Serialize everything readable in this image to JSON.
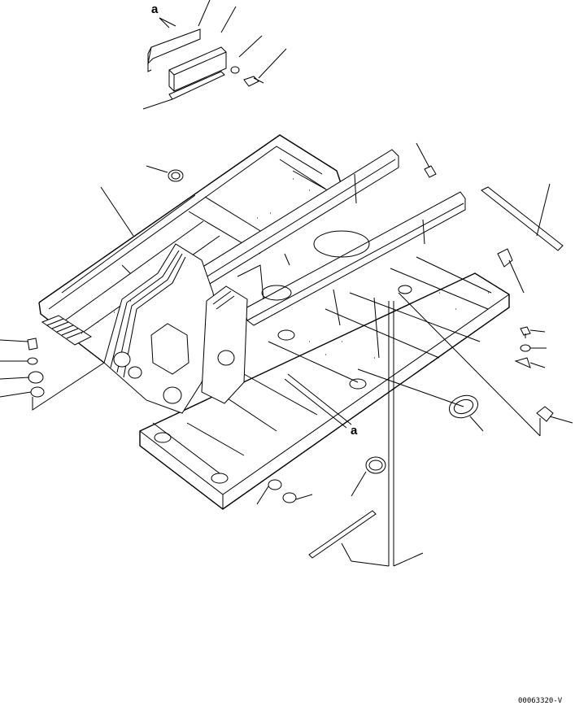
{
  "labels": {
    "detail_a_top": "a",
    "detail_a_mid": "a",
    "drawing_number": "00063320-V"
  }
}
